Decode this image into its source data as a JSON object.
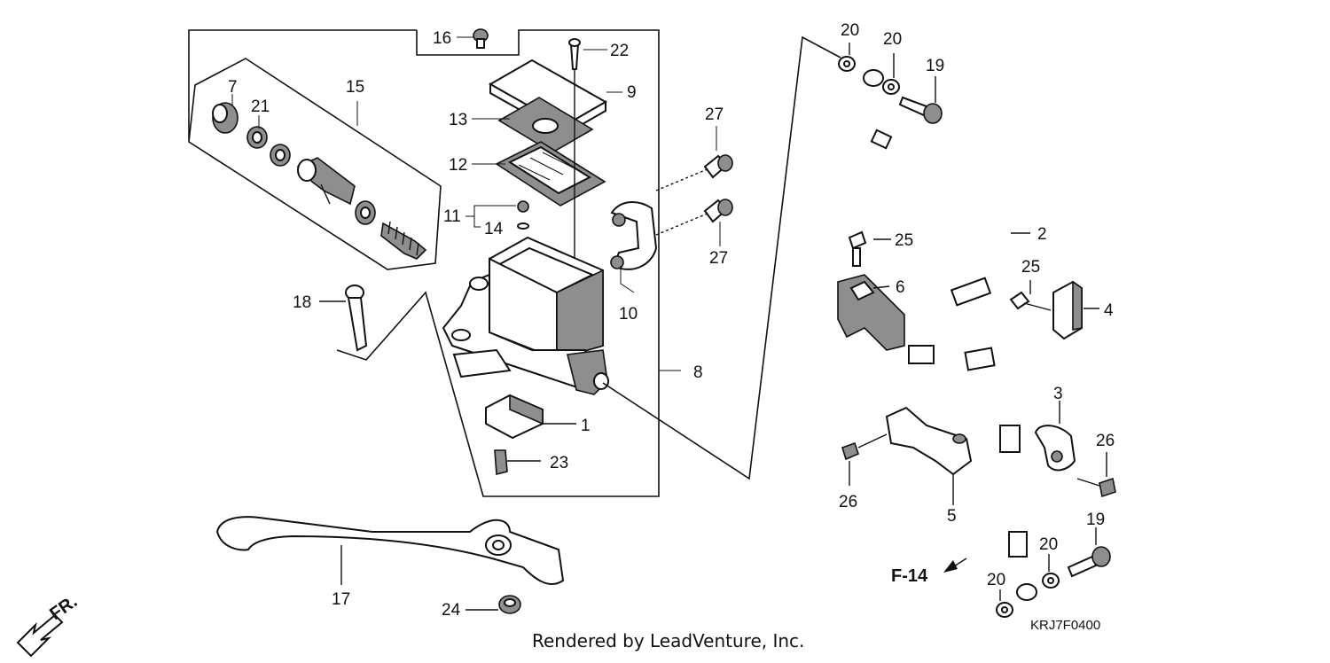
{
  "diagram": {
    "callouts": [
      "1",
      "2",
      "3",
      "4",
      "5",
      "6",
      "7",
      "8",
      "9",
      "10",
      "11",
      "12",
      "13",
      "14",
      "15",
      "16",
      "17",
      "18",
      "19",
      "20",
      "21",
      "22",
      "23",
      "24",
      "25",
      "26",
      "27"
    ],
    "page_ref": "F-14",
    "direction_label": "FR.",
    "diagram_code": "KRJ7F0400",
    "credit": "Rendered by LeadVenture, Inc."
  }
}
